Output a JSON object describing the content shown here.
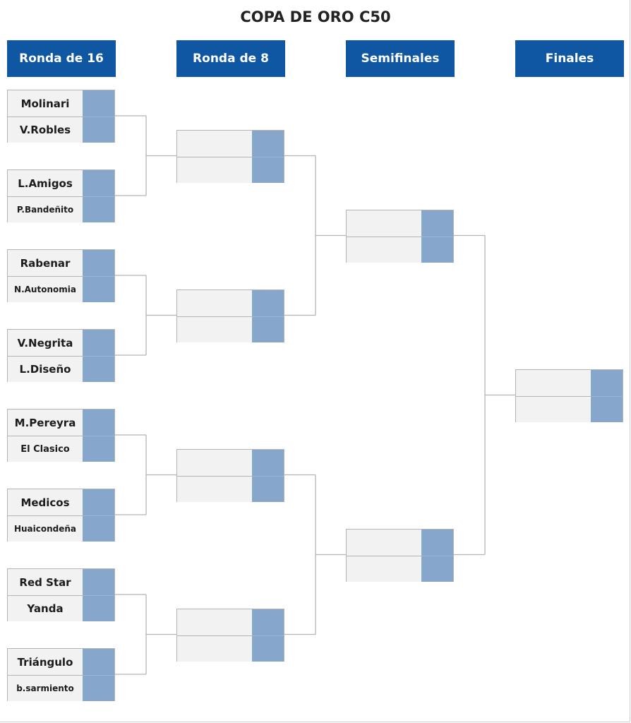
{
  "title": "COPA DE ORO C50",
  "colors": {
    "header_bg": "#0f56a3",
    "score_bg": "#86a6cc",
    "slot_bg": "#f2f2f2",
    "line": "#b4b4b4"
  },
  "rounds": [
    {
      "label": "Ronda de 16"
    },
    {
      "label": "Ronda de 8"
    },
    {
      "label": "Semifinales"
    },
    {
      "label": "Finales"
    }
  ],
  "round_of_16": [
    {
      "team1": "Molinari",
      "team2": "V.Robles"
    },
    {
      "team1": "L.Amigos",
      "team2": "P.Bandeñito"
    },
    {
      "team1": "Rabenar",
      "team2": "N.Autonomia"
    },
    {
      "team1": "V.Negrita",
      "team2": "L.Diseño"
    },
    {
      "team1": "M.Pereyra",
      "team2": "El Clasico"
    },
    {
      "team1": "Medicos",
      "team2": "Huaicondeña"
    },
    {
      "team1": "Red Star",
      "team2": "Yanda"
    },
    {
      "team1": "Triángulo",
      "team2": "b.sarmiento"
    }
  ],
  "round_of_8": [
    {
      "team1": "",
      "team2": ""
    },
    {
      "team1": "",
      "team2": ""
    },
    {
      "team1": "",
      "team2": ""
    },
    {
      "team1": "",
      "team2": ""
    }
  ],
  "semifinals": [
    {
      "team1": "",
      "team2": ""
    },
    {
      "team1": "",
      "team2": ""
    }
  ],
  "finals": [
    {
      "team1": "",
      "team2": ""
    }
  ]
}
